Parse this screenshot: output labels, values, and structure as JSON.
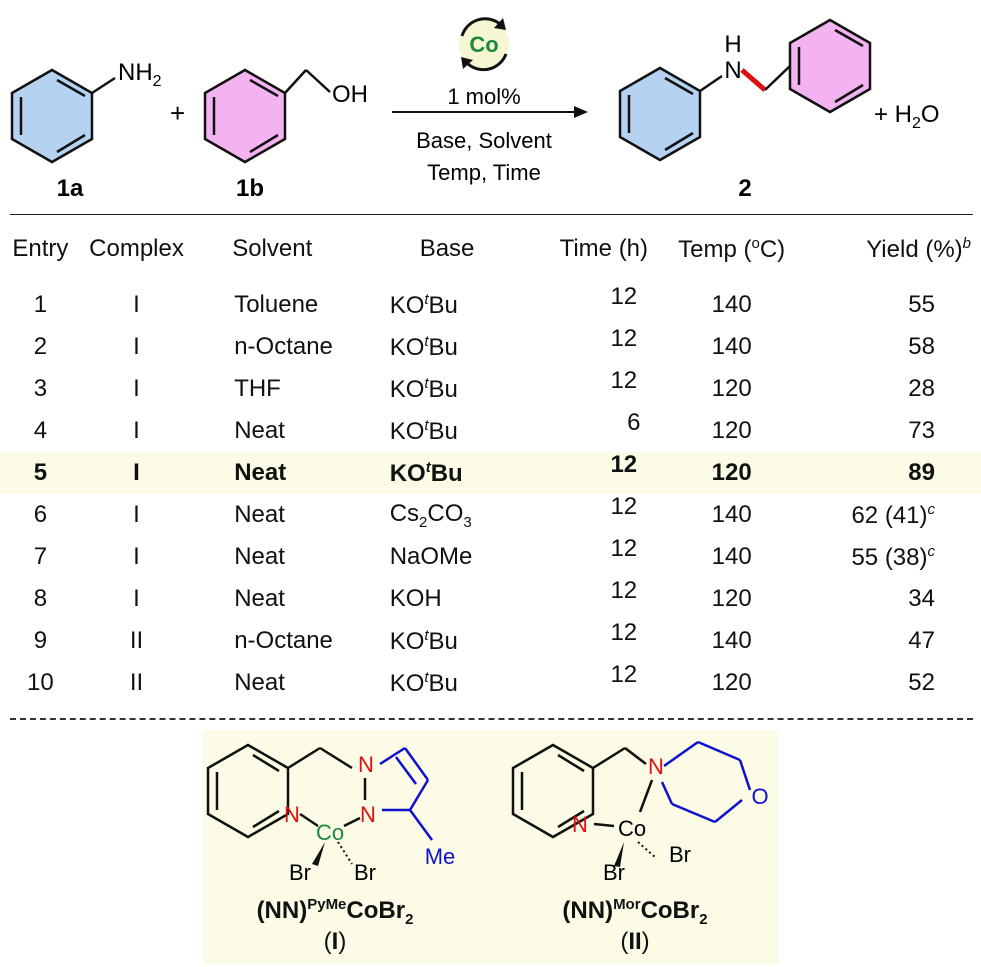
{
  "scheme": {
    "catalyst_label": "Co",
    "loading": "1 mol%",
    "conditions_line1": "Base, Solvent",
    "conditions_line2": "Temp, Time",
    "plus1": "+",
    "plus2": "+ H",
    "water_sub": "2",
    "water_o": "O",
    "amine_group": "NH",
    "amine_sub": "2",
    "alcohol_group": "OH",
    "product_h": "H",
    "product_n": "N",
    "label_1a": "1a",
    "label_1b": "1b",
    "label_2": "2"
  },
  "table": {
    "headers": {
      "entry": "Entry",
      "complex": "Complex",
      "solvent": "Solvent",
      "base": "Base",
      "time": "Time (h)",
      "temp_pre": "Temp (",
      "temp_sup": "o",
      "temp_post": "C)",
      "yield": "Yield (%)",
      "yield_sup": "b"
    },
    "rows": [
      {
        "entry": "1",
        "complex": "I",
        "solvent": "Toluene",
        "base_pre": "KO",
        "base_sup": "t",
        "base_post": "Bu",
        "time": "12",
        "temp": "140",
        "yield": "55",
        "yield_sup": ""
      },
      {
        "entry": "2",
        "complex": "I",
        "solvent": "n-Octane",
        "base_pre": "KO",
        "base_sup": "t",
        "base_post": "Bu",
        "time": "12",
        "temp": "140",
        "yield": "58",
        "yield_sup": ""
      },
      {
        "entry": "3",
        "complex": "I",
        "solvent": "THF",
        "base_pre": "KO",
        "base_sup": "t",
        "base_post": "Bu",
        "time": "12",
        "temp": "120",
        "yield": "28",
        "yield_sup": ""
      },
      {
        "entry": "4",
        "complex": "I",
        "solvent": "Neat",
        "base_pre": "KO",
        "base_sup": "t",
        "base_post": "Bu",
        "time": "6",
        "temp": "120",
        "yield": "73",
        "yield_sup": ""
      },
      {
        "entry": "5",
        "complex": "I",
        "solvent": "Neat",
        "base_pre": "KO",
        "base_sup": "t",
        "base_post": "Bu",
        "time": "12",
        "temp": "120",
        "yield": "89",
        "yield_sup": "",
        "highlight": true
      },
      {
        "entry": "6",
        "complex": "I",
        "solvent": "Neat",
        "base_pre": "Cs",
        "base_sub": "2",
        "base_mid": "CO",
        "base_sub2": "3",
        "time": "12",
        "temp": "140",
        "yield": "62 (41)",
        "yield_sup": "c"
      },
      {
        "entry": "7",
        "complex": "I",
        "solvent": "Neat",
        "base_pre": "NaOMe",
        "time": "12",
        "temp": "140",
        "yield": "55 (38)",
        "yield_sup": "c"
      },
      {
        "entry": "8",
        "complex": "I",
        "solvent": "Neat",
        "base_pre": "KOH",
        "time": "12",
        "temp": "120",
        "yield": "34",
        "yield_sup": ""
      },
      {
        "entry": "9",
        "complex": "II",
        "solvent": "n-Octane",
        "base_pre": "KO",
        "base_sup": "t",
        "base_post": "Bu",
        "time": "12",
        "temp": "140",
        "yield": "47",
        "yield_sup": ""
      },
      {
        "entry": "10",
        "complex": "II",
        "solvent": "Neat",
        "base_pre": "KO",
        "base_sup": "t",
        "base_post": "Bu",
        "time": "12",
        "temp": "120",
        "yield": "52",
        "yield_sup": ""
      }
    ]
  },
  "complexes": {
    "c1": {
      "n1": "N",
      "n2": "N",
      "n3": "N",
      "co": "Co",
      "br1": "Br",
      "br2": "Br",
      "me": "Me",
      "name_pre": "(NN)",
      "name_sup": "PyMe",
      "name_mid": "CoBr",
      "name_sub": "2",
      "label_pre": "(",
      "label_num": "I",
      "label_post": ")"
    },
    "c2": {
      "n1": "N",
      "n2": "N",
      "o": "O",
      "co": "Co",
      "br1": "Br",
      "br2": "Br",
      "name_pre": "(NN)",
      "name_sup": "Mor",
      "name_mid": "CoBr",
      "name_sub": "2",
      "label_pre": "(",
      "label_num": "II",
      "label_post": ")"
    }
  },
  "colors": {
    "blue_ring": "#b5d3f0",
    "pink_ring": "#f3b3f0",
    "co_green": "#1a8a3a",
    "n_red": "#e01010",
    "blue": "#1010d0",
    "highlight": "#fbfbe6",
    "badge": "#f6f6d2"
  }
}
